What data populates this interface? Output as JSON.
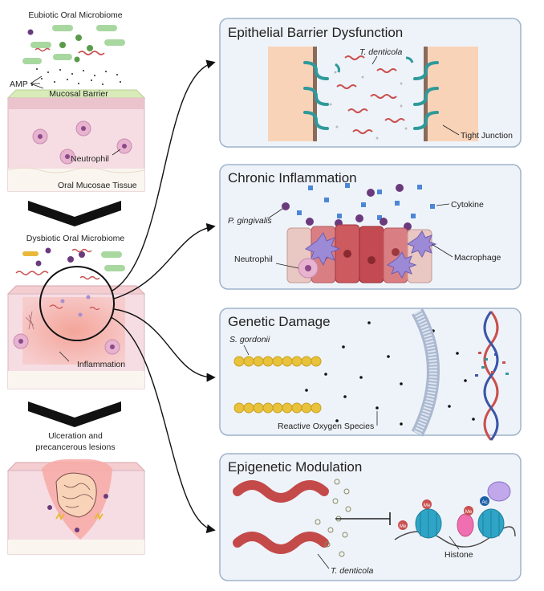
{
  "left": {
    "eubiotic_title": "Eubiotic Oral Microbiome",
    "amp": "AMP",
    "mucosal_barrier": "Mucosal Barrier",
    "neutrophil": "Neutrophil",
    "oral_mucosae_tissue": "Oral Mucosae Tissue",
    "dysbiotic_title": "Dysbiotic Oral Microbiome",
    "inflammation": "Inflammation",
    "ulceration_line1": "Ulceration and",
    "ulceration_line2": "precancerous lesions"
  },
  "panels": {
    "epithelial": {
      "title": "Epithelial Barrier Dysfunction",
      "bacterium": "T. denticola",
      "tight_junction": "Tight Junction"
    },
    "inflammation": {
      "title": "Chronic Inflammation",
      "cytokine": "Cytokine",
      "bacterium": "P. gingivalis",
      "neutrophil": "Neutrophil",
      "macrophage": "Macrophage"
    },
    "genetic": {
      "title": "Genetic Damage",
      "bacterium": "S. gordonii",
      "ros": "Reactive Oxygen Species"
    },
    "epigenetic": {
      "title": "Epigenetic Modulation",
      "bacterium": "T. denticola",
      "histone": "Histone",
      "me": "Me",
      "ac": "Ac"
    }
  },
  "colors": {
    "panel_fill": "#eef3f9",
    "panel_stroke": "#9fb3cc",
    "tissue_pink": "#f3d9df",
    "barrier_green": "#dcecc0",
    "spirochete": "#c9504f",
    "teal": "#2e9a9b",
    "purple": "#6b3a7d",
    "blue_cytokine": "#4c86d6"
  }
}
